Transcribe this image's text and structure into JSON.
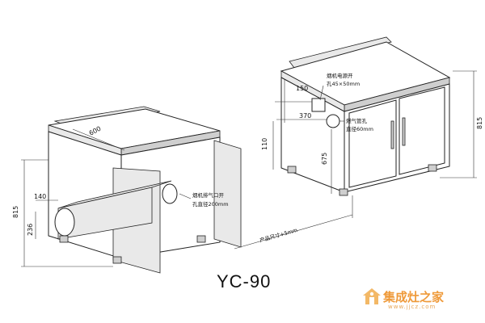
{
  "model": "YC-90",
  "left_view": {
    "depth": "600",
    "height": "815",
    "hole_offset": "140",
    "hole_height": "236",
    "exhaust_note_line1": "烟机排气口开",
    "exhaust_note_line2": "孔直径200mm"
  },
  "right_view": {
    "top_offset": "150",
    "side_offset": "370",
    "cabinet_height": "815",
    "inner_height": "675",
    "base_height": "110",
    "power_note_line1": "烟机电源开",
    "power_note_line2": "孔45×50mm",
    "gas_note_line1": "燃气管孔",
    "gas_note_line2": "直径60mm",
    "length_note": "产品尺寸+5mm"
  },
  "watermark": {
    "name": "集成灶之家",
    "url": "www.jjcz.com"
  }
}
